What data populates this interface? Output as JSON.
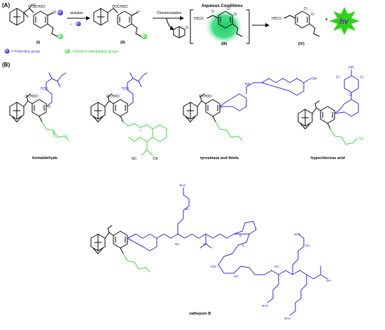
{
  "panel_a": {
    "label": "(A)",
    "arrow_analytes": "analytes",
    "arrow_minus": "– ",
    "arrow_chemi": "Chemiexcitation",
    "conditions": "Aqueous Conditions",
    "compounds": [
      "(I)",
      "(II)",
      "(III)",
      "(IV)"
    ],
    "sub_och3cl": "OCH3Cl",
    "atom_cl": "Cl",
    "atom_o_minus": "O⁻",
    "ester": "H3CO",
    "hv": "hv",
    "plus": "+",
    "legend_protecting": "= Protecting group",
    "legend_ewg": "= Electron-withdrawing groups",
    "colors": {
      "protecting": "#3a3ae0",
      "ewg": "#5cf05c",
      "glow": "#1fcf6a",
      "hv_star": "#2fd11a",
      "hv_text": "#6a1fb0"
    }
  },
  "panel_b": {
    "label": "(B)",
    "probes": [
      {
        "caption": "formaldehyde"
      },
      {
        "caption": "tyrosinase and thiols"
      },
      {
        "caption": "hypochlorous acid"
      },
      {
        "caption": "cathepsin B"
      }
    ],
    "atoms": {
      "och3cl": "OCH3Cl",
      "h2n": "H2N",
      "nh": "NH",
      "hn": "HN",
      "oh": "OH",
      "cl": "Cl",
      "o": "O",
      "nc": "NC",
      "cn": "CN",
      "nh2": "NH2",
      "s": "S",
      "n": "N",
      "ome": "O"
    },
    "colors": {
      "probe": "#2a2ad4",
      "ewg": "#3fd63f",
      "core": "#000000"
    }
  }
}
